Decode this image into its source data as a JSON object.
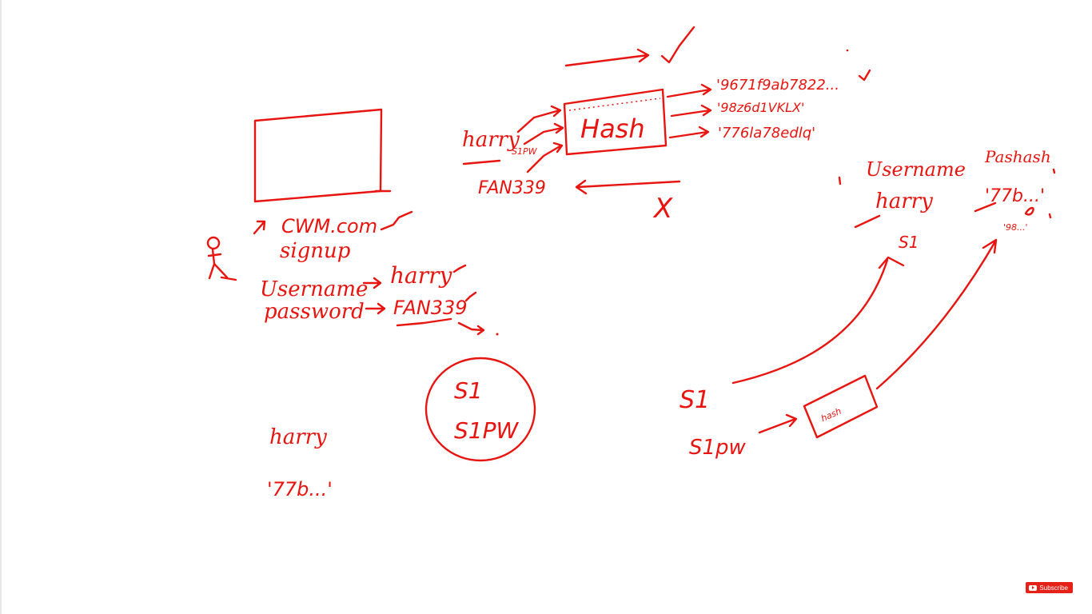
{
  "board": {
    "ink_color": "#e8140f",
    "background": "#ffffff",
    "signup": {
      "site": "CWM.com",
      "title": "signup",
      "username_label": "Username",
      "username_value": "harry",
      "password_label": "password",
      "password_value": "FAN339"
    },
    "hash_flow": {
      "box_label": "Hash",
      "input_user": "harry",
      "input_salt": "S1PW",
      "input_password": "FAN339",
      "outputs": [
        "'9671f9ab7822...",
        "'98z6d1VKLX'",
        "'776la78edlq'"
      ],
      "reverse_mark": "X"
    },
    "database": {
      "col_username": "Username",
      "col_pashash": "Pashash",
      "row_user": "harry",
      "row_hash": "'77b...'",
      "row_hash2": "'98...'"
    },
    "server_circle": {
      "line1": "S1",
      "line2": "S1PW"
    },
    "bottom_left": {
      "user": "harry",
      "hash": "'77b...'"
    },
    "right_flow": {
      "s1": "S1",
      "s1pw": "S1pw",
      "hash_label": "hash",
      "target_label": "S1"
    },
    "subscribe_label": "Subscribe"
  }
}
